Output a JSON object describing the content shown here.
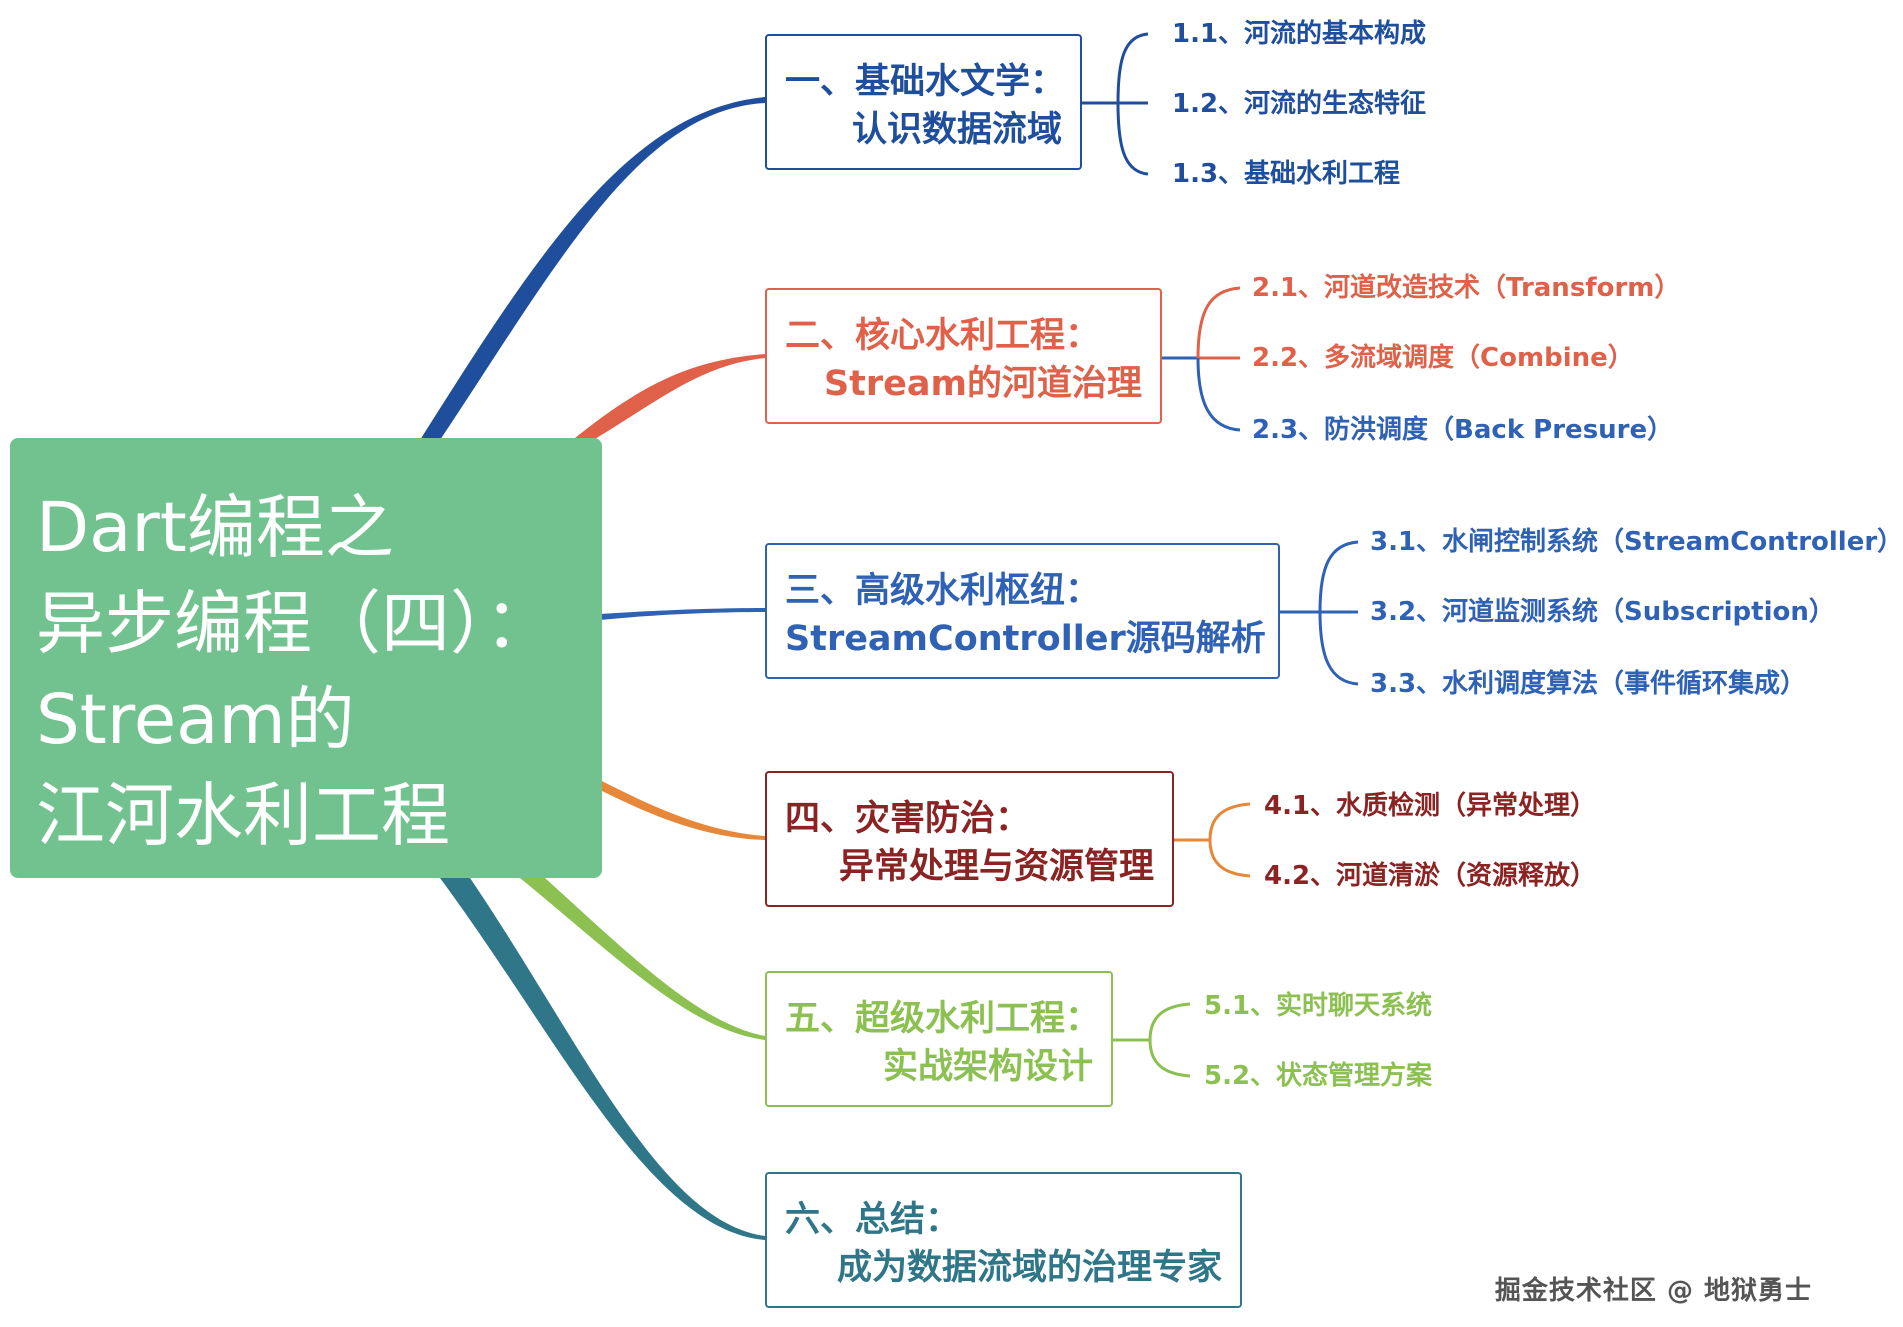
{
  "center": {
    "lines": [
      "Dart编程之",
      "异步编程（四）：",
      "Stream的",
      "江河水利工程"
    ]
  },
  "branches": [
    {
      "title1": "一、基础水文学：",
      "title2": "认识数据流域",
      "color": "#1f4e9c",
      "children": [
        "1.1、河流的基本构成",
        "1.2、河流的生态特征",
        "1.3、基础水利工程"
      ]
    },
    {
      "title1": "二、核心水利工程：",
      "title2": "Stream的河道治理",
      "color": "#e0614a",
      "children": [
        "2.1、河道改造技术（Transform）",
        "2.2、多流域调度（Combine）",
        "2.3、防洪调度（Back Presure）"
      ],
      "child_colors": [
        "#e0614a",
        "#e0614a",
        "#2f62b4"
      ]
    },
    {
      "title1": "三、高级水利枢纽：",
      "title2": "StreamController源码解析",
      "color": "#2f62b4",
      "children": [
        "3.1、水闸控制系统（StreamController）",
        "3.2、河道监测系统（Subscription）",
        "3.3、水利调度算法（事件循环集成）"
      ]
    },
    {
      "title1": "四、灾害防治：",
      "title2": "异常处理与资源管理",
      "color": "#8b2323",
      "edge_color": "#e6873a",
      "children": [
        "4.1、水质检测（异常处理）",
        "4.2、河道清淤（资源释放）"
      ]
    },
    {
      "title1": "五、超级水利工程：",
      "title2": "实战架构设计",
      "color": "#8cc152",
      "children": [
        "5.1、实时聊天系统",
        "5.2、状态管理方案"
      ]
    },
    {
      "title1": "六、总结：",
      "title2": "成为数据流域的治理专家",
      "color": "#2e7688",
      "children": []
    }
  ],
  "watermark": "掘金技术社区 @ 地狱勇士"
}
